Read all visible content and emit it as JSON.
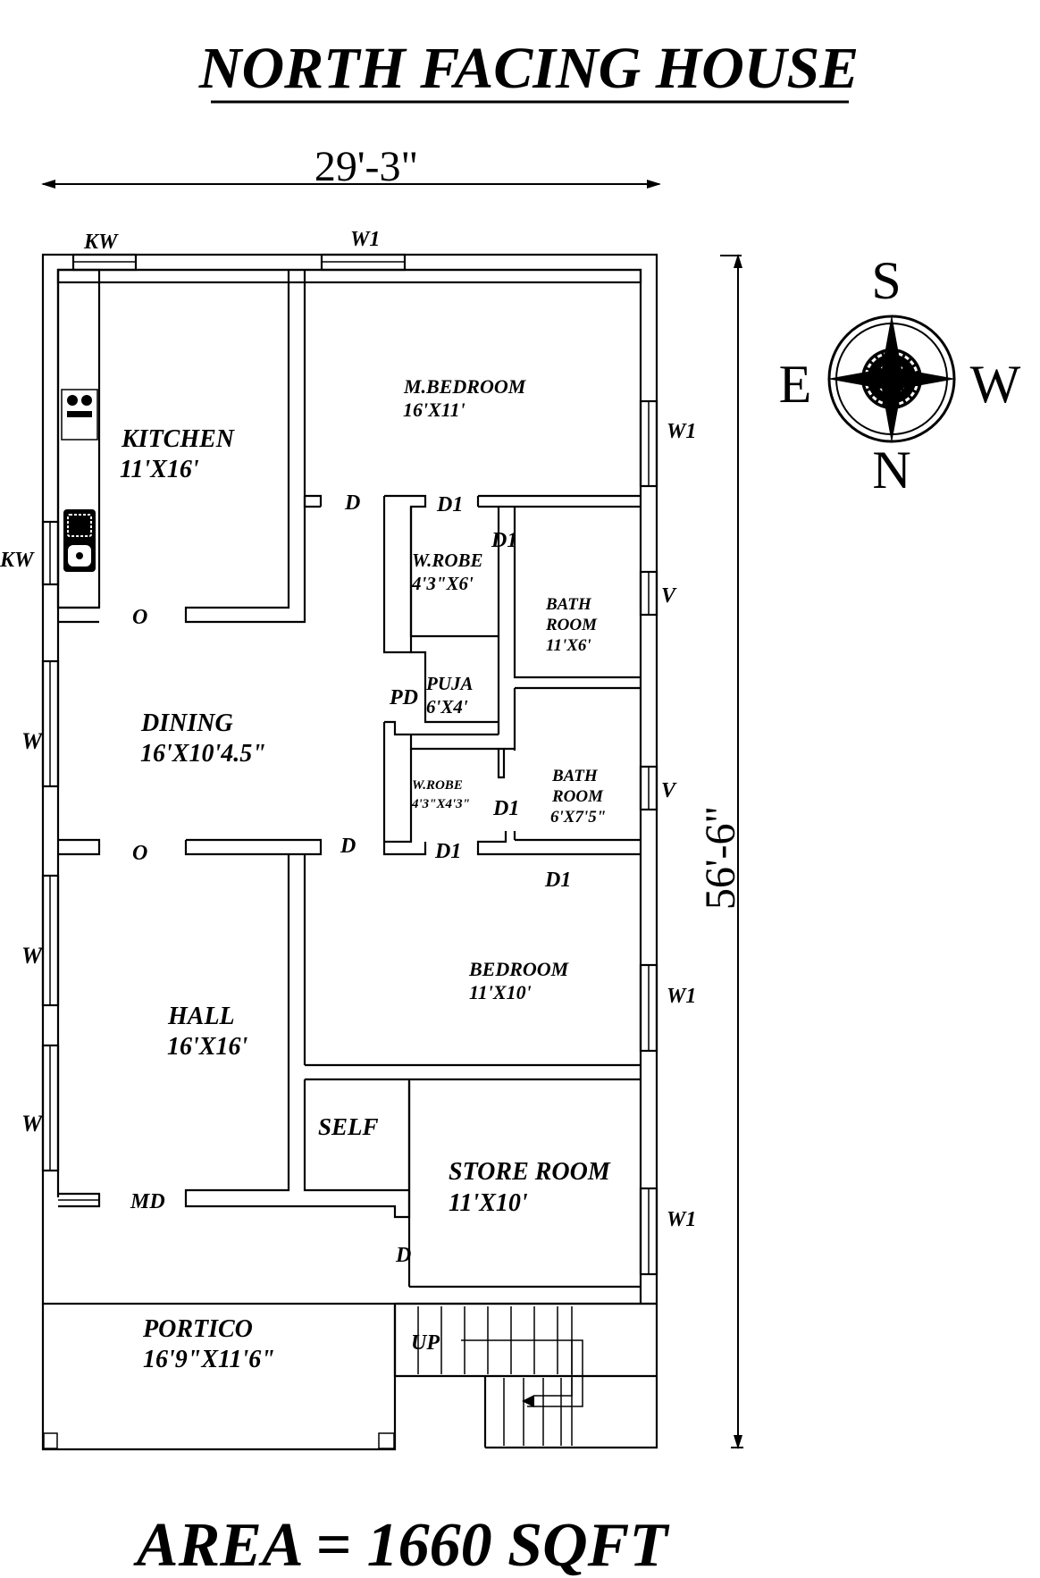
{
  "title": "NORTH FACING HOUSE",
  "footer": "AREA = 1660 SQFT",
  "dimensions": {
    "width": "29'-3\"",
    "length": "56'-6\""
  },
  "compass": {
    "top": "S",
    "left": "E",
    "right": "W",
    "bottom": "N"
  },
  "rooms": {
    "kitchen": {
      "name": "KITCHEN",
      "size": "11'X16'"
    },
    "master_bedroom": {
      "name": "M.BEDROOM",
      "size": "16'X11'"
    },
    "wrobe1": {
      "name": "W.ROBE",
      "size": "4'3\"X6'"
    },
    "bath1": {
      "line1": "BATH",
      "line2": "ROOM",
      "size": "11'X6'"
    },
    "puja": {
      "name": "PUJA",
      "size": "6'X4'"
    },
    "wrobe2": {
      "name": "W.ROBE",
      "size": "4'3\"X4'3\""
    },
    "bath2": {
      "line1": "BATH",
      "line2": "ROOM",
      "size": "6'X7'5\""
    },
    "dining": {
      "name": "DINING",
      "size": "16'X10'4.5\""
    },
    "bedroom": {
      "name": "BEDROOM",
      "size": "11'X10'"
    },
    "hall": {
      "name": "HALL",
      "size": "16'X16'"
    },
    "self": {
      "name": "SELF"
    },
    "store": {
      "name": "STORE ROOM",
      "size": "11'X10'"
    },
    "portico": {
      "name": "PORTICO",
      "size": "16'9\"X11'6\""
    }
  },
  "openings": {
    "kw": "KW",
    "w1": "W1",
    "w": "W",
    "v": "V",
    "d": "D",
    "d1": "D1",
    "pd": "PD",
    "md": "MD",
    "o": "O",
    "up": "UP"
  }
}
